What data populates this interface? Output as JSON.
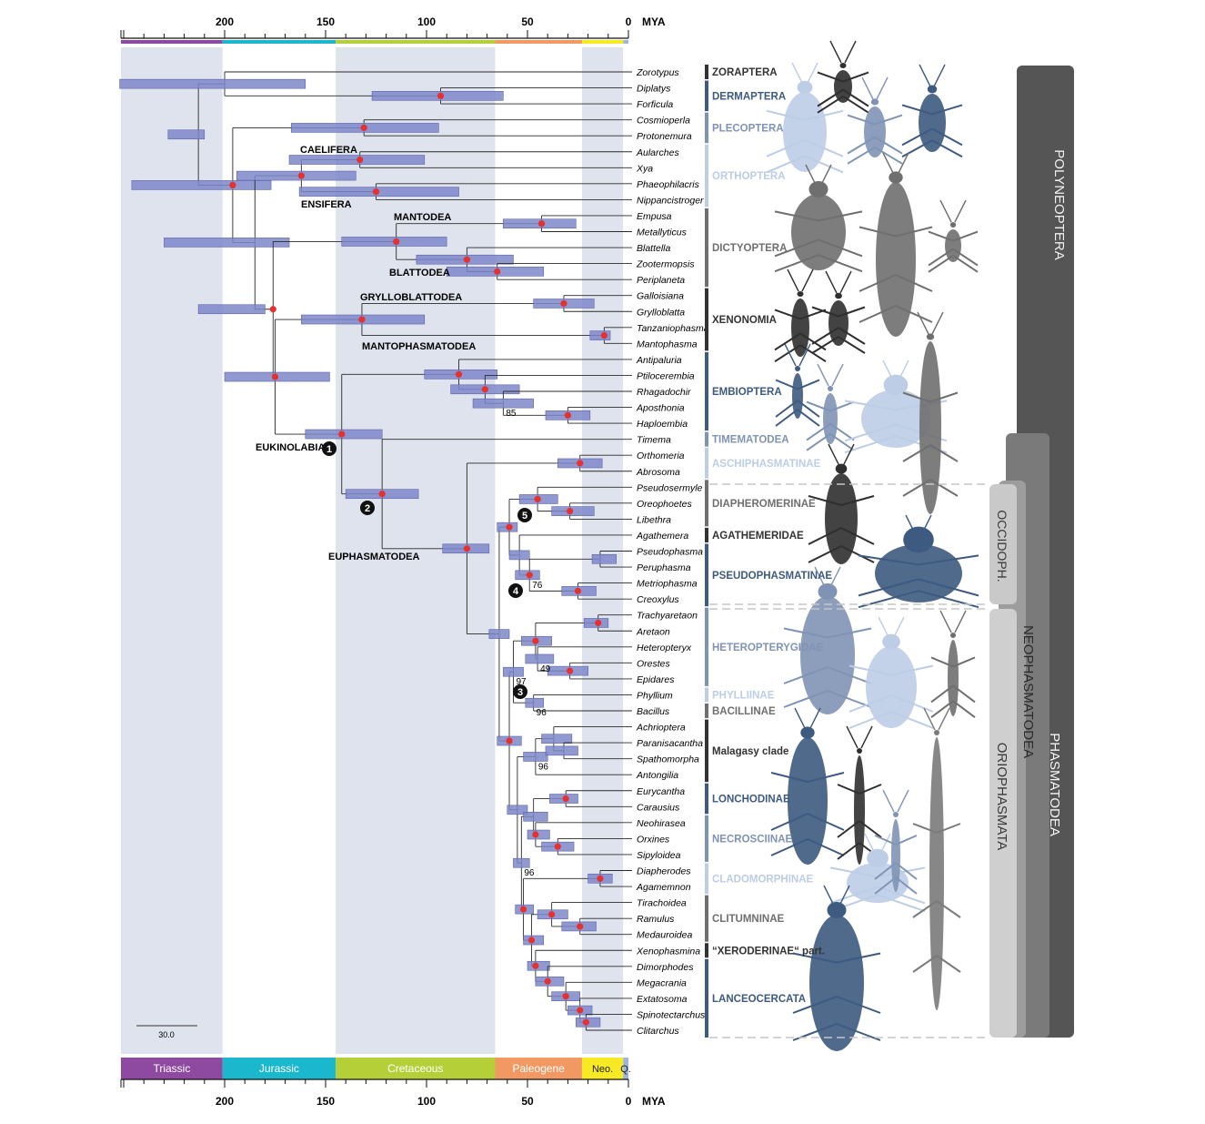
{
  "axis": {
    "unit": "MYA",
    "ticks": [
      200,
      150,
      100,
      50,
      0
    ]
  },
  "scale_bar": "30.0",
  "periods": [
    {
      "name": "Triassic",
      "from": 252,
      "to": 201,
      "color": "#8e4aa0"
    },
    {
      "name": "Jurassic",
      "from": 201,
      "to": 145,
      "color": "#1bb7cd"
    },
    {
      "name": "Cretaceous",
      "from": 145,
      "to": 66,
      "color": "#b5cf39"
    },
    {
      "name": "Paleogene",
      "from": 66,
      "to": 23,
      "color": "#f29863"
    },
    {
      "name": "Neo.",
      "from": 23,
      "to": 2.6,
      "color": "#f7e924"
    },
    {
      "name": "Q.",
      "from": 2.6,
      "to": 0,
      "color": "#9db5dc"
    }
  ],
  "taxa": [
    "Zorotypus",
    "Diplatys",
    "Forficula",
    "Cosmioperla",
    "Protonemura",
    "Aularches",
    "Xya",
    "Phaeophilacris",
    "Nippancistroger",
    "Empusa",
    "Metallyticus",
    "Blattella",
    "Zootermopsis",
    "Periplaneta",
    "Galloisiana",
    "Grylloblatta",
    "Tanzaniophasma",
    "Mantophasma",
    "Antipaluria",
    "Ptilocerembia",
    "Rhagadochir",
    "Aposthonia",
    "Haploembia",
    "Timema",
    "Orthomeria",
    "Abrosoma",
    "Pseudosermyle",
    "Oreophoetes",
    "Libethra",
    "Agathemera",
    "Pseudophasma",
    "Peruphasma",
    "Metriophasma",
    "Creoxylus",
    "Trachyaretaon",
    "Aretaon",
    "Heteropteryx",
    "Orestes",
    "Epidares",
    "Phyllium",
    "Bacillus",
    "Achrioptera",
    "Paranisacantha",
    "Spathomorpha",
    "Antongilia",
    "Eurycantha",
    "Carausius",
    "Neohirasea",
    "Orxines",
    "Sipyloidea",
    "Diapherodes",
    "Agamemnon",
    "Tirachoidea",
    "Ramulus",
    "Medauroidea",
    "Xenophasmina",
    "Dimorphodes",
    "Megacrania",
    "Extatosoma",
    "Spinotectarchus",
    "Clitarchus"
  ],
  "clade_labels": [
    "CAELIFERA",
    "ENSIFERA",
    "MANTODEA",
    "BLATTODEA",
    "GRYLLOBLATTODEA",
    "MANTOPHASMATODEA",
    "EUKINOLABIA",
    "EUPHASMATODEA"
  ],
  "support_values": [
    "85",
    "76",
    "49",
    "96",
    "97",
    "96",
    "96"
  ],
  "calibration_nodes": [
    "1",
    "2",
    "3",
    "4",
    "5"
  ],
  "groups": [
    {
      "name": "ZORAPTERA",
      "from": 0,
      "to": 0,
      "color": "#333333"
    },
    {
      "name": "DERMAPTERA",
      "from": 1,
      "to": 2,
      "color": "#3d5a80"
    },
    {
      "name": "PLECOPTERA",
      "from": 3,
      "to": 4,
      "color": "#7f93b4"
    },
    {
      "name": "ORTHOPTERA",
      "from": 5,
      "to": 8,
      "color": "#bccde5"
    },
    {
      "name": "DICTYOPTERA",
      "from": 9,
      "to": 13,
      "color": "#6f6f6f"
    },
    {
      "name": "XENONOMIA",
      "from": 14,
      "to": 17,
      "color": "#333333"
    },
    {
      "name": "EMBIOPTERA",
      "from": 18,
      "to": 22,
      "color": "#3d5a80"
    },
    {
      "name": "TIMEMATODEA",
      "from": 23,
      "to": 23,
      "color": "#7f93b4"
    },
    {
      "name": "ASCHIPHASMATINAE",
      "from": 24,
      "to": 25,
      "color": "#bccde5"
    },
    {
      "name": "DIAPHEROMERINAE",
      "from": 26,
      "to": 28,
      "color": "#6f6f6f"
    },
    {
      "name": "AGATHEMERIDAE",
      "from": 29,
      "to": 29,
      "color": "#333333"
    },
    {
      "name": "PSEUDOPHASMATINAE",
      "from": 30,
      "to": 33,
      "color": "#3d5a80"
    },
    {
      "name": "HETEROPTERYGIDAE",
      "from": 34,
      "to": 38,
      "color": "#7f93b4"
    },
    {
      "name": "PHYLLIINAE",
      "from": 39,
      "to": 39,
      "color": "#bccde5"
    },
    {
      "name": "BACILLINAE",
      "from": 40,
      "to": 40,
      "color": "#6f6f6f"
    },
    {
      "name": "Malagasy clade",
      "from": 41,
      "to": 44,
      "color": "#333333"
    },
    {
      "name": "LONCHODINAE",
      "from": 45,
      "to": 46,
      "color": "#3d5a80"
    },
    {
      "name": "NECROSCIINAE",
      "from": 47,
      "to": 49,
      "color": "#7f93b4"
    },
    {
      "name": "CLADOMORPHINAE",
      "from": 50,
      "to": 51,
      "color": "#bccde5"
    },
    {
      "name": "CLITUMNINAE",
      "from": 52,
      "to": 54,
      "color": "#6f6f6f"
    },
    {
      "name": "“XERODERINAE“ part.",
      "from": 55,
      "to": 55,
      "color": "#333333"
    },
    {
      "name": "LANCEOCERCATA",
      "from": 56,
      "to": 60,
      "color": "#3d5a80"
    }
  ],
  "higher_clades": [
    "POLYNEOPTERA",
    "PHASMATODEA",
    "NEOPHASMATODEA",
    "OCCIDOPH.",
    "ORIOPHASMATA"
  ]
}
